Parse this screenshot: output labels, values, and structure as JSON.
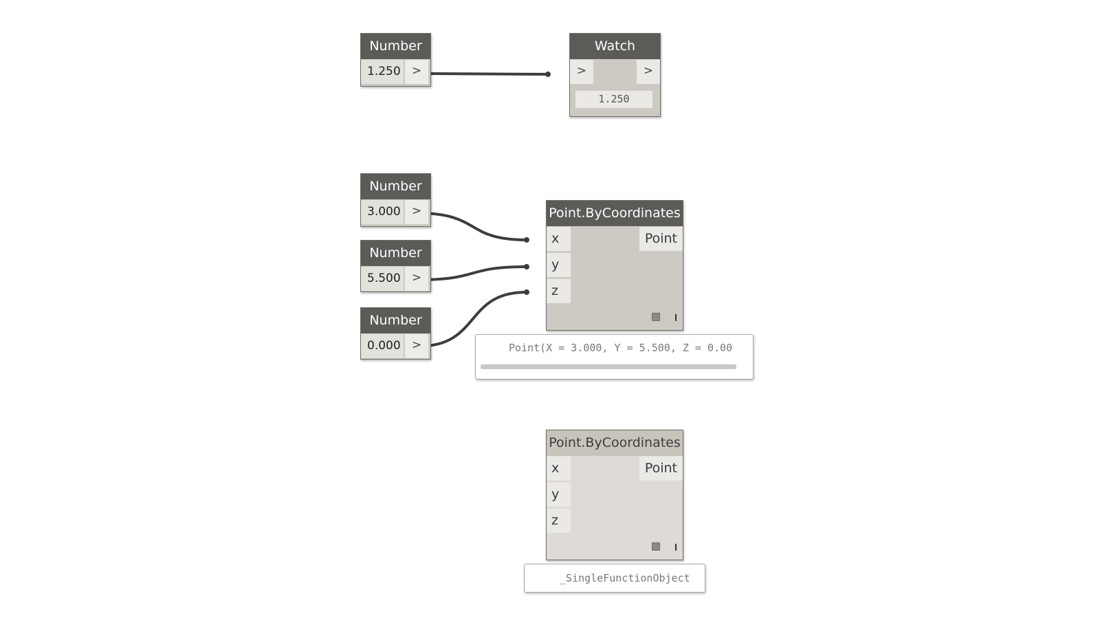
{
  "nodes": {
    "number_a": {
      "title": "Number",
      "value": "1.250",
      "out": ">"
    },
    "watch": {
      "title": "Watch",
      "in": ">",
      "out": ">",
      "display": "1.250"
    },
    "number_x": {
      "title": "Number",
      "value": "3.000",
      "out": ">"
    },
    "number_y": {
      "title": "Number",
      "value": "5.500",
      "out": ">"
    },
    "number_z": {
      "title": "Number",
      "value": "0.000",
      "out": ">"
    },
    "point_active": {
      "title": "Point.ByCoordinates",
      "inputs": [
        "x",
        "y",
        "z"
      ],
      "output": "Point",
      "preview": "Point(X = 3.000, Y = 5.500, Z = 0.00"
    },
    "point_inactive": {
      "title": "Point.ByCoordinates",
      "inputs": [
        "x",
        "y",
        "z"
      ],
      "output": "Point",
      "preview": "_SingleFunctionObject"
    }
  },
  "colors": {
    "node_header": "#5d5b57",
    "node_body": "#cdcac3",
    "wire": "#3d3d3d",
    "canvas": "#ffffff"
  }
}
